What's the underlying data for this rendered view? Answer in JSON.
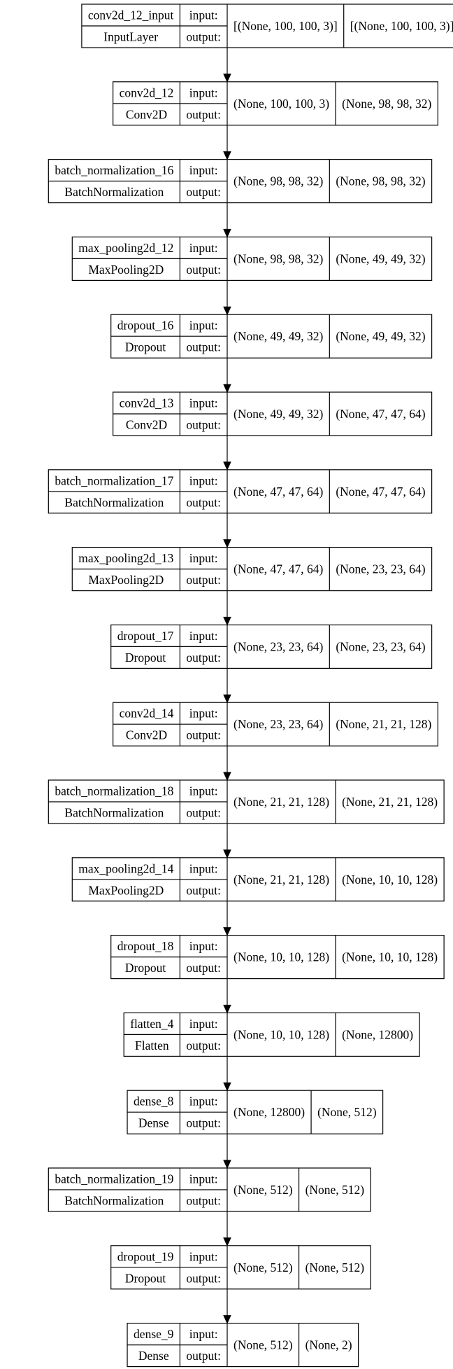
{
  "labels": {
    "input": "input:",
    "output": "output:"
  },
  "layers": [
    {
      "name": "conv2d_12_input",
      "type": "InputLayer",
      "input_shape": "[(None, 100, 100, 3)]",
      "output_shape": "[(None, 100, 100, 3)]"
    },
    {
      "name": "conv2d_12",
      "type": "Conv2D",
      "input_shape": "(None, 100, 100, 3)",
      "output_shape": "(None, 98, 98, 32)"
    },
    {
      "name": "batch_normalization_16",
      "type": "BatchNormalization",
      "input_shape": "(None, 98, 98, 32)",
      "output_shape": "(None, 98, 98, 32)"
    },
    {
      "name": "max_pooling2d_12",
      "type": "MaxPooling2D",
      "input_shape": "(None, 98, 98, 32)",
      "output_shape": "(None, 49, 49, 32)"
    },
    {
      "name": "dropout_16",
      "type": "Dropout",
      "input_shape": "(None, 49, 49, 32)",
      "output_shape": "(None, 49, 49, 32)"
    },
    {
      "name": "conv2d_13",
      "type": "Conv2D",
      "input_shape": "(None, 49, 49, 32)",
      "output_shape": "(None, 47, 47, 64)"
    },
    {
      "name": "batch_normalization_17",
      "type": "BatchNormalization",
      "input_shape": "(None, 47, 47, 64)",
      "output_shape": "(None, 47, 47, 64)"
    },
    {
      "name": "max_pooling2d_13",
      "type": "MaxPooling2D",
      "input_shape": "(None, 47, 47, 64)",
      "output_shape": "(None, 23, 23, 64)"
    },
    {
      "name": "dropout_17",
      "type": "Dropout",
      "input_shape": "(None, 23, 23, 64)",
      "output_shape": "(None, 23, 23, 64)"
    },
    {
      "name": "conv2d_14",
      "type": "Conv2D",
      "input_shape": "(None, 23, 23, 64)",
      "output_shape": "(None, 21, 21, 128)"
    },
    {
      "name": "batch_normalization_18",
      "type": "BatchNormalization",
      "input_shape": "(None, 21, 21, 128)",
      "output_shape": "(None, 21, 21, 128)"
    },
    {
      "name": "max_pooling2d_14",
      "type": "MaxPooling2D",
      "input_shape": "(None, 21, 21, 128)",
      "output_shape": "(None, 10, 10, 128)"
    },
    {
      "name": "dropout_18",
      "type": "Dropout",
      "input_shape": "(None, 10, 10, 128)",
      "output_shape": "(None, 10, 10, 128)"
    },
    {
      "name": "flatten_4",
      "type": "Flatten",
      "input_shape": "(None, 10, 10, 128)",
      "output_shape": "(None, 12800)"
    },
    {
      "name": "dense_8",
      "type": "Dense",
      "input_shape": "(None, 12800)",
      "output_shape": "(None, 512)"
    },
    {
      "name": "batch_normalization_19",
      "type": "BatchNormalization",
      "input_shape": "(None, 512)",
      "output_shape": "(None, 512)"
    },
    {
      "name": "dropout_19",
      "type": "Dropout",
      "input_shape": "(None, 512)",
      "output_shape": "(None, 512)"
    },
    {
      "name": "dense_9",
      "type": "Dense",
      "input_shape": "(None, 512)",
      "output_shape": "(None, 2)"
    }
  ]
}
